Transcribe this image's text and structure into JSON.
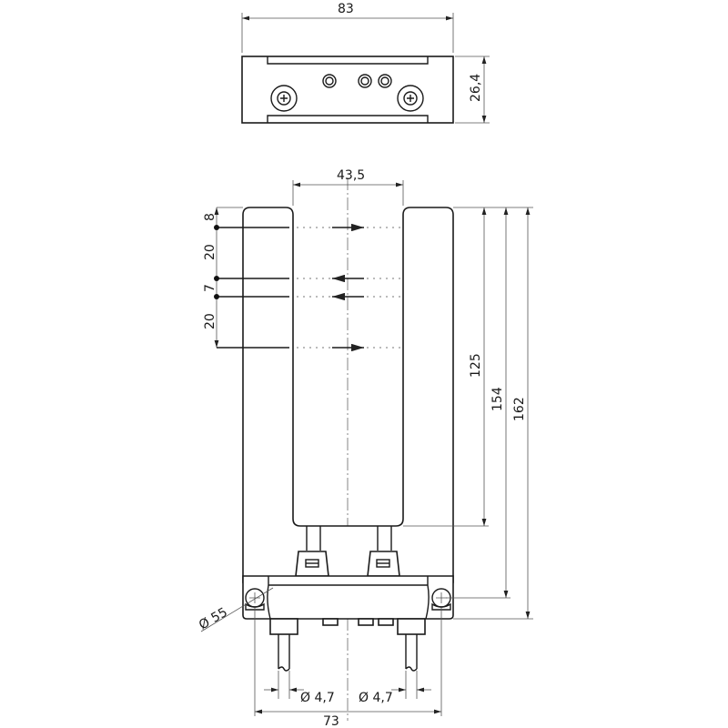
{
  "drawing": {
    "top_view": {
      "width_dim": "83",
      "height_dim": "26,4"
    },
    "front_view": {
      "slot_width_dim": "43,5",
      "beam_spacing_dims": [
        "8",
        "20",
        "7",
        "20"
      ],
      "height_dims": [
        "125",
        "154",
        "162"
      ],
      "hole_dim": "Ø 55",
      "cable_dims": [
        "Ø 4,7",
        "Ø 4,7"
      ],
      "mount_spacing_dim": "73"
    },
    "colors": {
      "line": "#1a1a1a",
      "dimension": "#555555"
    }
  }
}
